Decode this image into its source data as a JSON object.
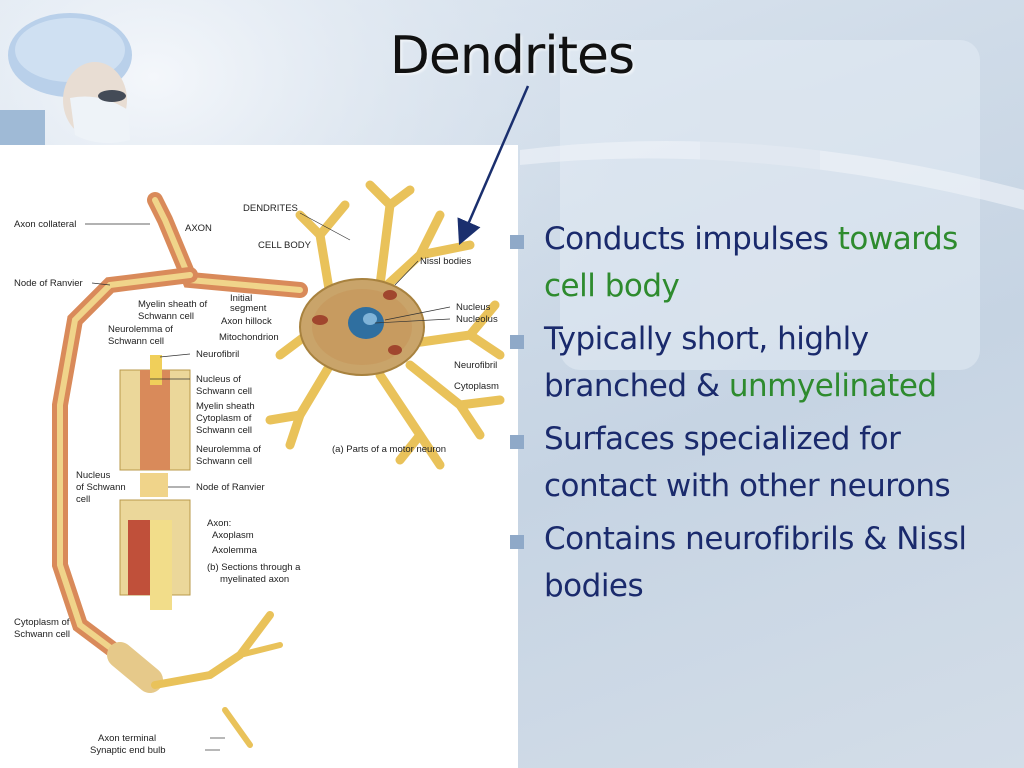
{
  "slide": {
    "title": "Dendrites"
  },
  "bullets": [
    {
      "text": "Conducts impulses ",
      "highlight": "towards cell body"
    },
    {
      "text": "Typically short, highly branched & ",
      "highlight": "unmyelinated"
    },
    {
      "text": "Surfaces specialized for contact with other neurons",
      "highlight": ""
    },
    {
      "text": "Contains neurofibrils & Nissl bodies",
      "highlight": ""
    }
  ],
  "colors": {
    "title": "#111111",
    "bullet_text": "#1a2a6c",
    "highlight": "#2e8b2e",
    "bullet_marker": "#8fa9c8",
    "arrow": "#1a2f6e"
  },
  "figure": {
    "labels": {
      "axon_collateral": "Axon collateral",
      "axon": "AXON",
      "dendrites": "DENDRITES",
      "cell_body": "CELL BODY",
      "nissl_bodies": "Nissl bodies",
      "node_of_ranvier": "Node of Ranvier",
      "myelin_sheath_schwann": [
        "Myelin sheath of",
        "Schwann cell"
      ],
      "initial_segment": [
        "Initial",
        "segment"
      ],
      "axon_hillock": "Axon hillock",
      "neurolemma_schwann": [
        "Neurolemma of",
        "Schwann cell"
      ],
      "mitochondrion": "Mitochondrion",
      "nucleus": "Nucleus",
      "nucleolus": "Nucleolus",
      "neurofibril": "Neurofibril",
      "neurofibril_right": "Neurofibril",
      "cytoplasm": "Cytoplasm",
      "nucleus_schwann_cell": [
        "Nucleus of",
        "Schwann cell"
      ],
      "myelin_sheath": "Myelin sheath",
      "cytoplasm_schwann": [
        "Cytoplasm of",
        "Schwann cell"
      ],
      "neurolemma_schwann_2": [
        "Neurolemma of",
        "Schwann cell"
      ],
      "caption_a": "(a) Parts of a motor neuron",
      "nucleus_of_schwann_left": [
        "Nucleus",
        "of Schwann",
        "cell"
      ],
      "node_of_ranvier_2": "Node of Ranvier",
      "axon_parts": [
        "Axon:",
        "Axoplasm",
        "Axolemma"
      ],
      "caption_b": [
        "(b) Sections through a",
        "myelinated axon"
      ],
      "cytoplasm_schwann_left": [
        "Cytoplasm of",
        "Schwann cell"
      ],
      "axon_terminal": "Axon terminal",
      "synaptic_end_bulb": "Synaptic end bulb"
    }
  }
}
